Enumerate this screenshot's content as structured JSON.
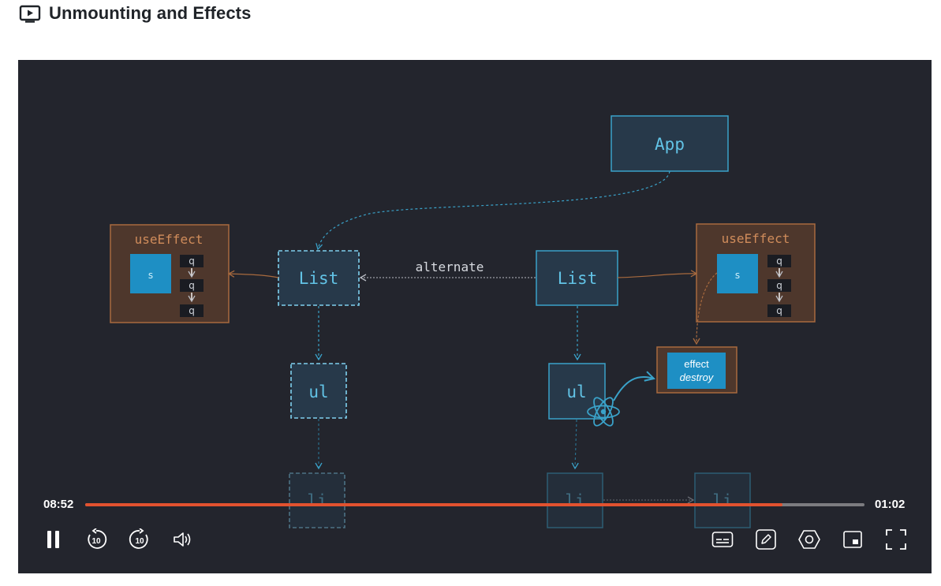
{
  "header": {
    "title": "Unmounting and Effects",
    "icon": "video-play-icon"
  },
  "diagram": {
    "app_label": "App",
    "list_label": "List",
    "ul_label": "ul",
    "li_label": "li",
    "alternate_label": "alternate",
    "use_effect_label": "useEffect",
    "state_label": "s",
    "queue_label": "q",
    "effect_label": "effect",
    "destroy_label": "destroy",
    "colors": {
      "background": "#23252d",
      "node_border": "#3aa2c9",
      "node_fill": "#27394a",
      "text_blue": "#62c3e6",
      "effect_border": "#a86a3e",
      "effect_fill": "#4e372c",
      "effect_text": "#d08c5b",
      "state_fill": "#1e8fc4",
      "queue_fill": "#1a1c22"
    }
  },
  "player": {
    "elapsed": "08:52",
    "remaining": "01:02",
    "progress_fraction": 0.895,
    "accent_color": "#e2522f",
    "controls": {
      "pause": "pause-icon",
      "rewind": "rewind-10-icon",
      "rewind_label": "10",
      "forward": "forward-10-icon",
      "forward_label": "10",
      "volume": "volume-icon",
      "captions": "captions-icon",
      "notes": "pencil-icon",
      "settings": "settings-icon",
      "pip": "picture-in-picture-icon",
      "fullscreen": "fullscreen-icon"
    }
  }
}
